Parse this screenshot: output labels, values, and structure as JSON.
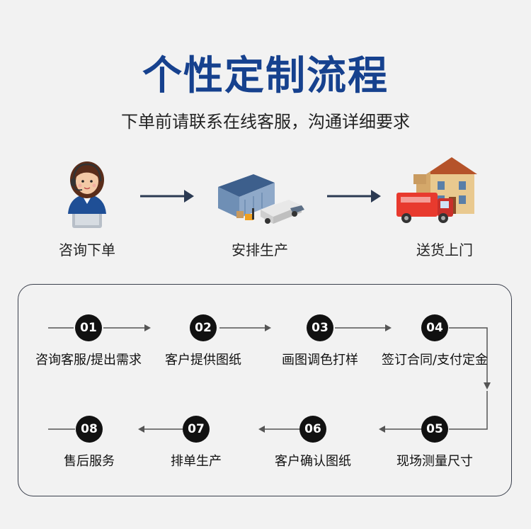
{
  "title": "个性定制流程",
  "subtitle": "下单前请联系在线客服，沟通详细要求",
  "top_steps": [
    {
      "label": "咨询下单",
      "icon": "customer-service-agent-icon"
    },
    {
      "label": "安排生产",
      "icon": "factory-warehouse-icon"
    },
    {
      "label": "送货上门",
      "icon": "delivery-truck-house-icon"
    }
  ],
  "process": [
    {
      "num": "01",
      "label": "咨询客服/提出需求"
    },
    {
      "num": "02",
      "label": "客户提供图纸"
    },
    {
      "num": "03",
      "label": "画图调色打样"
    },
    {
      "num": "04",
      "label": "签订合同/支付定金"
    },
    {
      "num": "05",
      "label": "现场测量尺寸"
    },
    {
      "num": "06",
      "label": "客户确认图纸"
    },
    {
      "num": "07",
      "label": "排单生产"
    },
    {
      "num": "08",
      "label": "售后服务"
    }
  ],
  "colors": {
    "title": "#16418e",
    "arrow": "#2b3a52",
    "circle": "#111111",
    "border": "#3a3f4c"
  }
}
